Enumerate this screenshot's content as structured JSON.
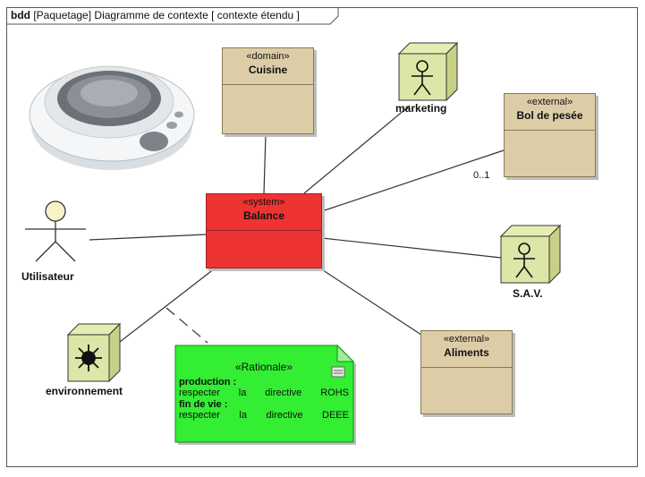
{
  "frame": {
    "kind": "bdd",
    "title": "[Paquetage] Diagramme de contexte [ contexte étendu ]"
  },
  "blocks": {
    "cuisine": {
      "stereotype": "«domain»",
      "name": "Cuisine"
    },
    "bol": {
      "stereotype": "«external»",
      "name": "Bol de pesée"
    },
    "balance": {
      "stereotype": "«system»",
      "name": "Balance"
    },
    "aliments": {
      "stereotype": "«external»",
      "name": "Aliments"
    }
  },
  "actors": {
    "marketing": "marketing",
    "utilisateur": "Utilisateur",
    "sav": "S.A.V.",
    "environnement": "environnement"
  },
  "multiplicity": "0..1",
  "note": {
    "stereotype": "«Rationale»",
    "l1": "production :",
    "l2": [
      "respecter",
      "la",
      "directive",
      "ROHS"
    ],
    "l3": "fin de vie :",
    "l4": [
      "respecter",
      "la",
      "directive",
      "DEEE"
    ]
  },
  "colors": {
    "system": "#ee3333",
    "block": "#ddcda7",
    "rationale": "#33ee33"
  }
}
